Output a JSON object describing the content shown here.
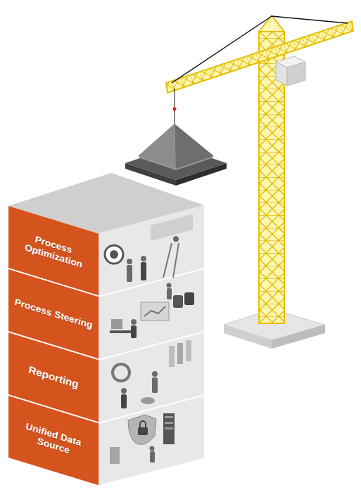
{
  "diagram": {
    "nodes": [
      {
        "text": [
          "Process Optimization"
        ]
      },
      {
        "text": [
          "Process Steering"
        ]
      },
      {
        "text": [
          "Reporting"
        ]
      },
      {
        "text": [
          "Unified Data Source"
        ]
      }
    ]
  }
}
